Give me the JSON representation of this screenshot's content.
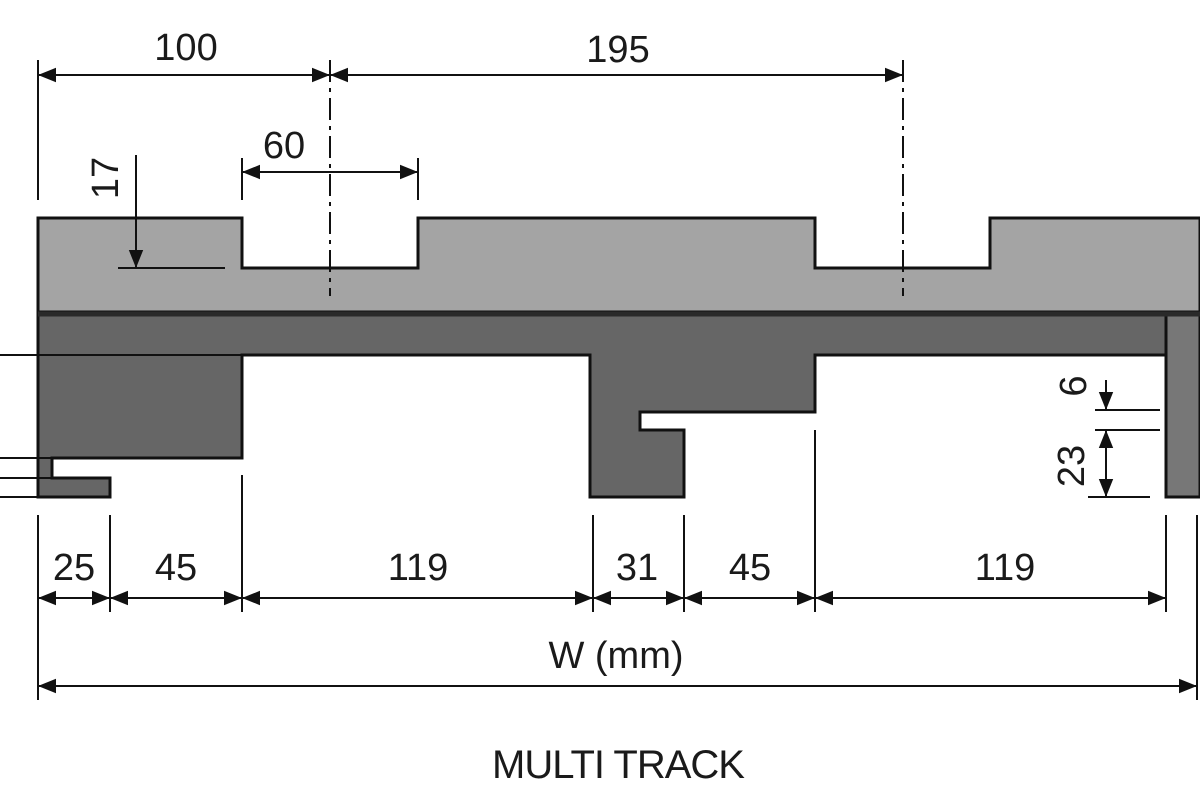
{
  "title": "MULTI TRACK",
  "unit_label": "W (mm)",
  "top_dimensions": {
    "pitch_left": "100",
    "pitch_right": "195",
    "groove_width": "60",
    "groove_depth": "17"
  },
  "side_dimensions": {
    "lip": "6",
    "slot": "23"
  },
  "bottom_dimensions": [
    "25",
    "45",
    "119",
    "31",
    "45",
    "119"
  ],
  "colors": {
    "top_plate": "#a4a4a4",
    "core": "#666666",
    "bottom_part": "#777777",
    "line": "#111111"
  }
}
